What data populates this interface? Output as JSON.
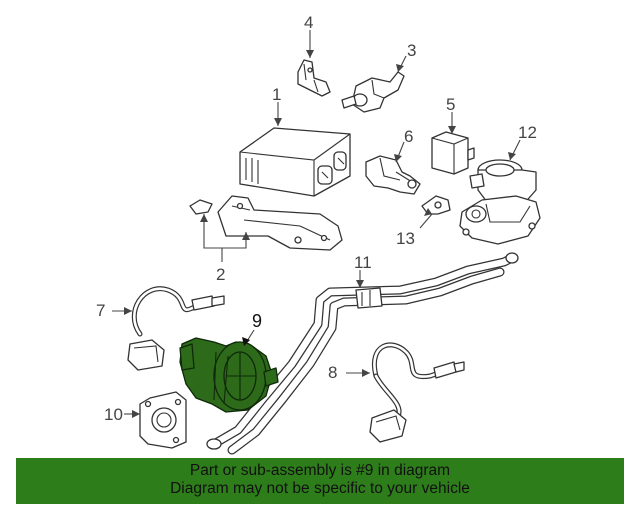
{
  "callouts": {
    "c1": "1",
    "c2": "2",
    "c3": "3",
    "c4": "4",
    "c5": "5",
    "c6": "6",
    "c7": "7",
    "c8": "8",
    "c9": "9",
    "c10": "10",
    "c11": "11",
    "c12": "12",
    "c13": "13"
  },
  "highlighted_part": "9",
  "colors": {
    "highlight": "#2d6a1a",
    "banner": "#2e7d1b",
    "line": "#333333"
  },
  "banner": {
    "line1": "Part or sub-assembly is #9 in diagram",
    "line2": "Diagram may not be specific to your vehicle"
  }
}
